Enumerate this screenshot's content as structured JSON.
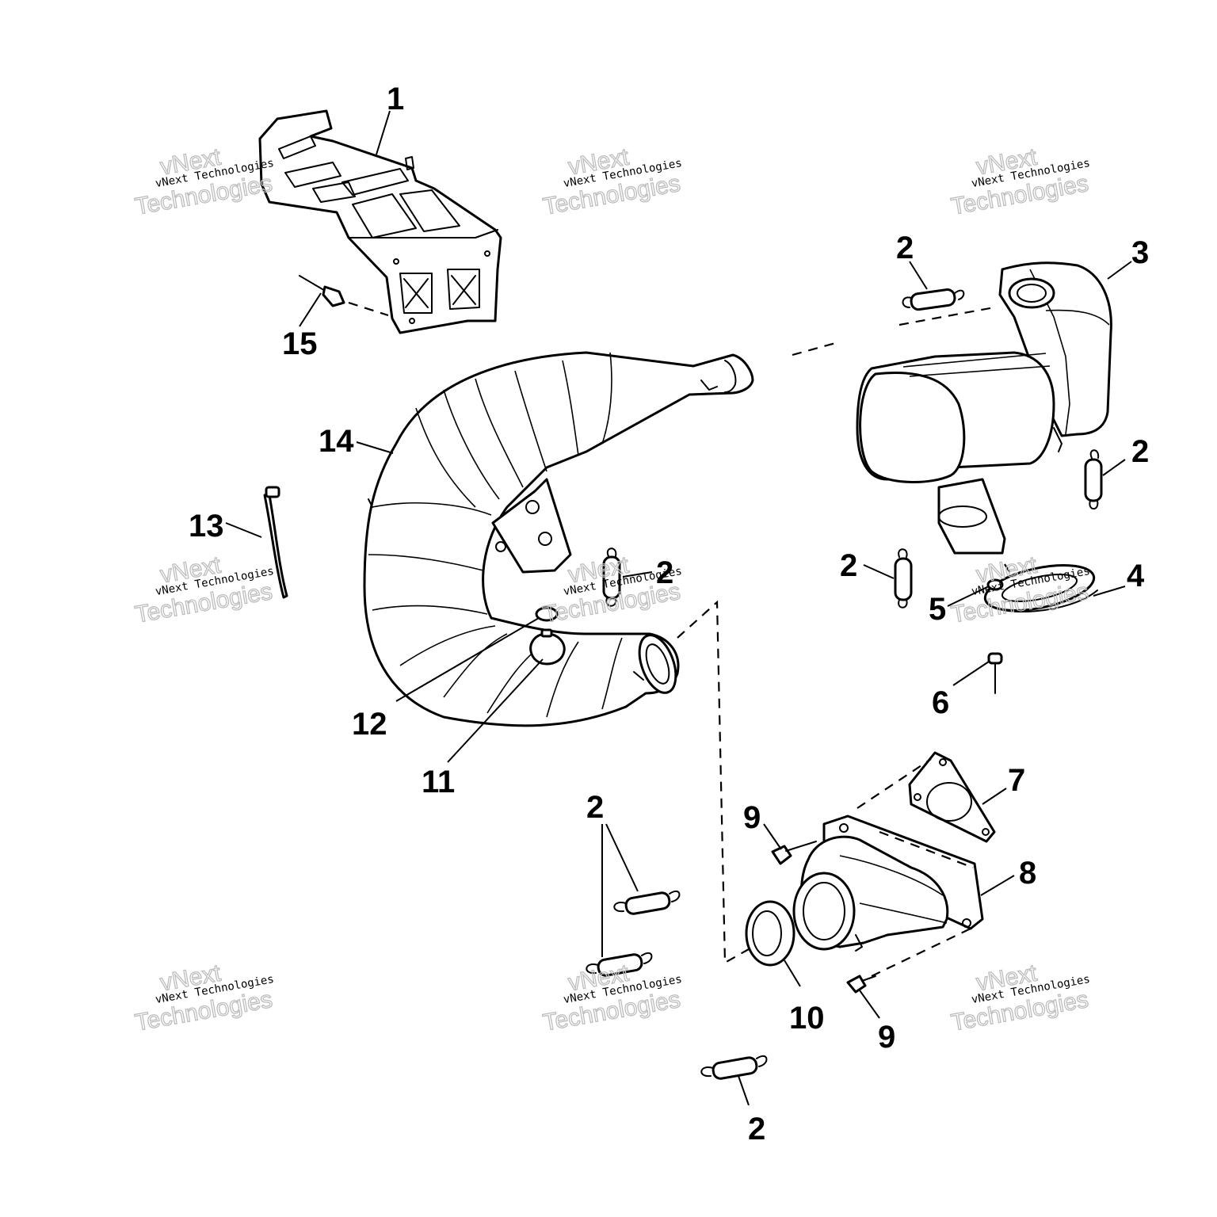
{
  "diagram": {
    "callouts": {
      "c1": "1",
      "c2a": "2",
      "c2b": "2",
      "c2c": "2",
      "c2d": "2",
      "c2e": "2",
      "c2f": "2",
      "c3": "3",
      "c4": "4",
      "c5": "5",
      "c6": "6",
      "c7": "7",
      "c8": "8",
      "c9a": "9",
      "c9b": "9",
      "c10": "10",
      "c11": "11",
      "c12": "12",
      "c13": "13",
      "c14": "14",
      "c15": "15"
    },
    "parts": [
      "mounting-bracket",
      "exhaust-spring",
      "silencer",
      "silencer-gasket",
      "washer",
      "rivet",
      "manifold-gasket",
      "exhaust-manifold",
      "bolt",
      "seal-ring",
      "grommet",
      "washer-small",
      "heat-strap",
      "expansion-chamber",
      "rivet-bracket"
    ]
  },
  "watermark": {
    "line1": "vNext",
    "line2": "vNext Technologies",
    "line3": "Technologies"
  },
  "colors": {
    "ink": "#000000",
    "paper": "#ffffff",
    "watermark": "#bdbdbd"
  }
}
